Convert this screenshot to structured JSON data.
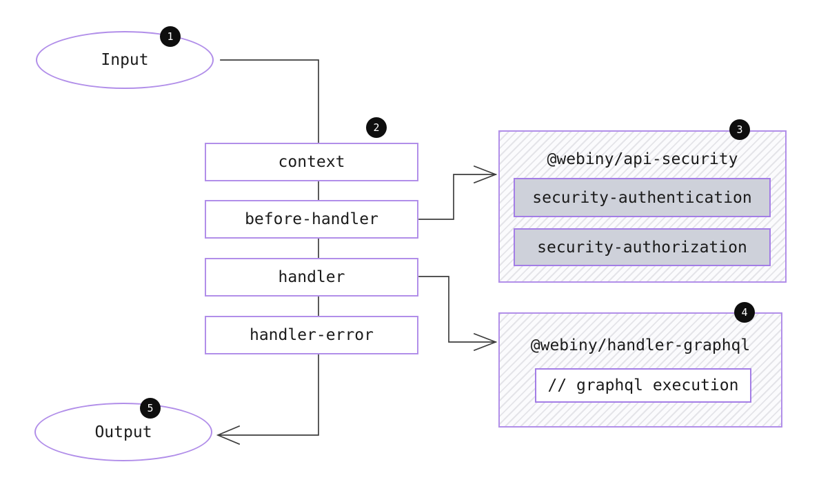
{
  "diagram": {
    "input": {
      "label": "Input",
      "badge": "1"
    },
    "pipeline": {
      "badge": "2",
      "steps": [
        "context",
        "before-handler",
        "handler",
        "handler-error"
      ]
    },
    "api_security": {
      "title": "@webiny/api-security",
      "badge": "3",
      "plugins": [
        "security-authentication",
        "security-authorization"
      ]
    },
    "handler_graphql": {
      "title": "@webiny/handler-graphql",
      "badge": "4",
      "plugins": [
        "// graphql execution"
      ]
    },
    "output": {
      "label": "Output",
      "badge": "5"
    },
    "colors": {
      "accent_purple": "#b18ee9",
      "plugin_border_purple": "#a37de6",
      "connector_line": "#3d3d3d",
      "badge_background": "#0e0e0e",
      "badge_text": "#ffffff",
      "plugin_gray_fill": "#ced1da",
      "text": "#1b1b1b",
      "background": "#ffffff"
    }
  }
}
